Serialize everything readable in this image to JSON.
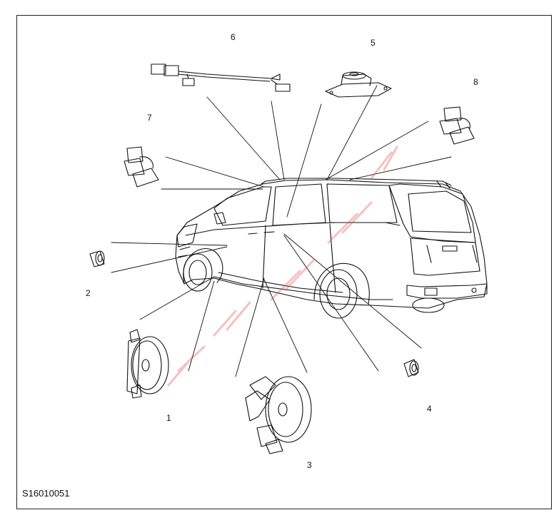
{
  "figure_id": "S16010051",
  "callouts": {
    "c1": "1",
    "c2": "2",
    "c3": "3",
    "c4": "4",
    "c5": "5",
    "c6": "6",
    "c7": "7",
    "c8": "8"
  },
  "colors": {
    "line": "#111111",
    "watermark": "#e64a4a",
    "frame": "#222222"
  }
}
